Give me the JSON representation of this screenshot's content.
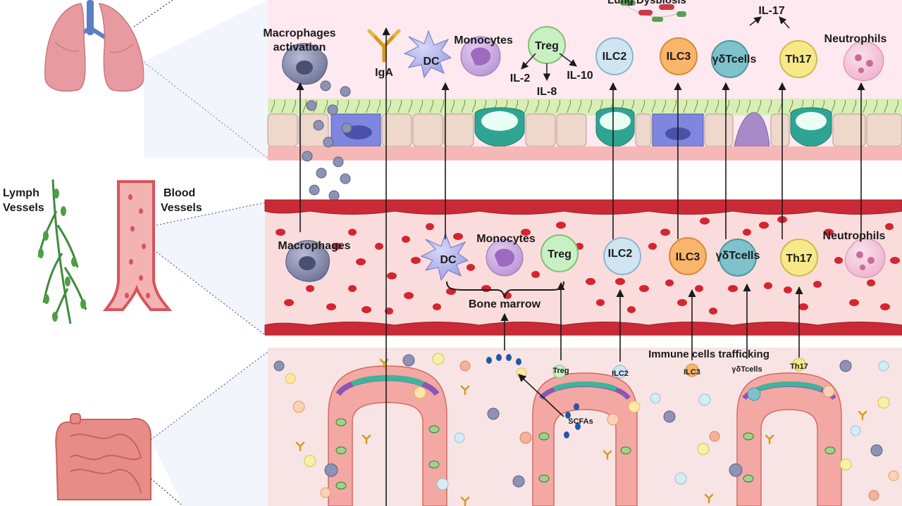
{
  "lung": {
    "top_label": "Lung Dysbiosis",
    "labels": {
      "macrophages_activation_1": "Macrophages",
      "macrophages_activation_2": "activation",
      "iga": "IgA",
      "dc": "DC",
      "monocytes": "Monocytes",
      "treg": "Treg",
      "il2": "IL-2",
      "il8": "IL-8",
      "il10": "IL-10",
      "ilc2": "ILC2",
      "ilc3": "ILC3",
      "gdt": "γδTcells",
      "th17": "Th17",
      "il17": "IL-17",
      "neutrophils": "Neutrophils"
    }
  },
  "vessels": {
    "lymph_1": "Lymph",
    "lymph_2": "Vessels",
    "blood_1": "Blood",
    "blood_2": "Vessels"
  },
  "blood": {
    "labels": {
      "macrophages": "Macrophages",
      "dc": "DC",
      "monocytes": "Monocytes",
      "treg": "Treg",
      "ilc2": "ILC2",
      "ilc3": "ILC3",
      "gdt": "γδTcells",
      "th17": "Th17",
      "neutrophils": "Neutrophils",
      "bone_marrow": "Bone marrow"
    }
  },
  "gut": {
    "labels": {
      "trafficking": "Immune cells trafficking",
      "treg": "Treg",
      "ilc2": "ILC2",
      "ilc3": "ILC3",
      "gdt": "γδTcells",
      "th17": "Th17",
      "scfas": "SCFAs"
    }
  },
  "colors": {
    "treg": "#c9f0c3",
    "ilc2": "#cfe6f2",
    "ilc3": "#f9b56a",
    "gdt": "#7ec2cc",
    "th17": "#f7e98a",
    "rbc": "#d32630",
    "vessel": "#c92a36",
    "lung_bg": "#fde9ef",
    "blood_bg": "#fbdcdc",
    "gut_bg": "#f8e4e4"
  }
}
